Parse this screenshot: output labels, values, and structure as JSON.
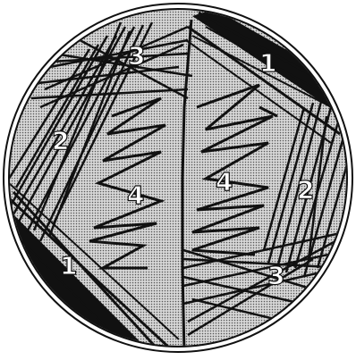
{
  "figure": {
    "colors": {
      "background": "#ffffff",
      "agar": "#bdbdbd",
      "ink": "#111111",
      "label_fill": "#ffffff"
    },
    "quadrant_labels": [
      {
        "id": "upper-right-1",
        "text": "1"
      },
      {
        "id": "lower-left-1",
        "text": "1"
      },
      {
        "id": "left-2",
        "text": "2"
      },
      {
        "id": "right-2",
        "text": "2"
      },
      {
        "id": "top-3",
        "text": "3"
      },
      {
        "id": "bottom-3",
        "text": "3"
      },
      {
        "id": "center-left-4",
        "text": "4"
      },
      {
        "id": "center-right-4",
        "text": "4"
      }
    ]
  }
}
